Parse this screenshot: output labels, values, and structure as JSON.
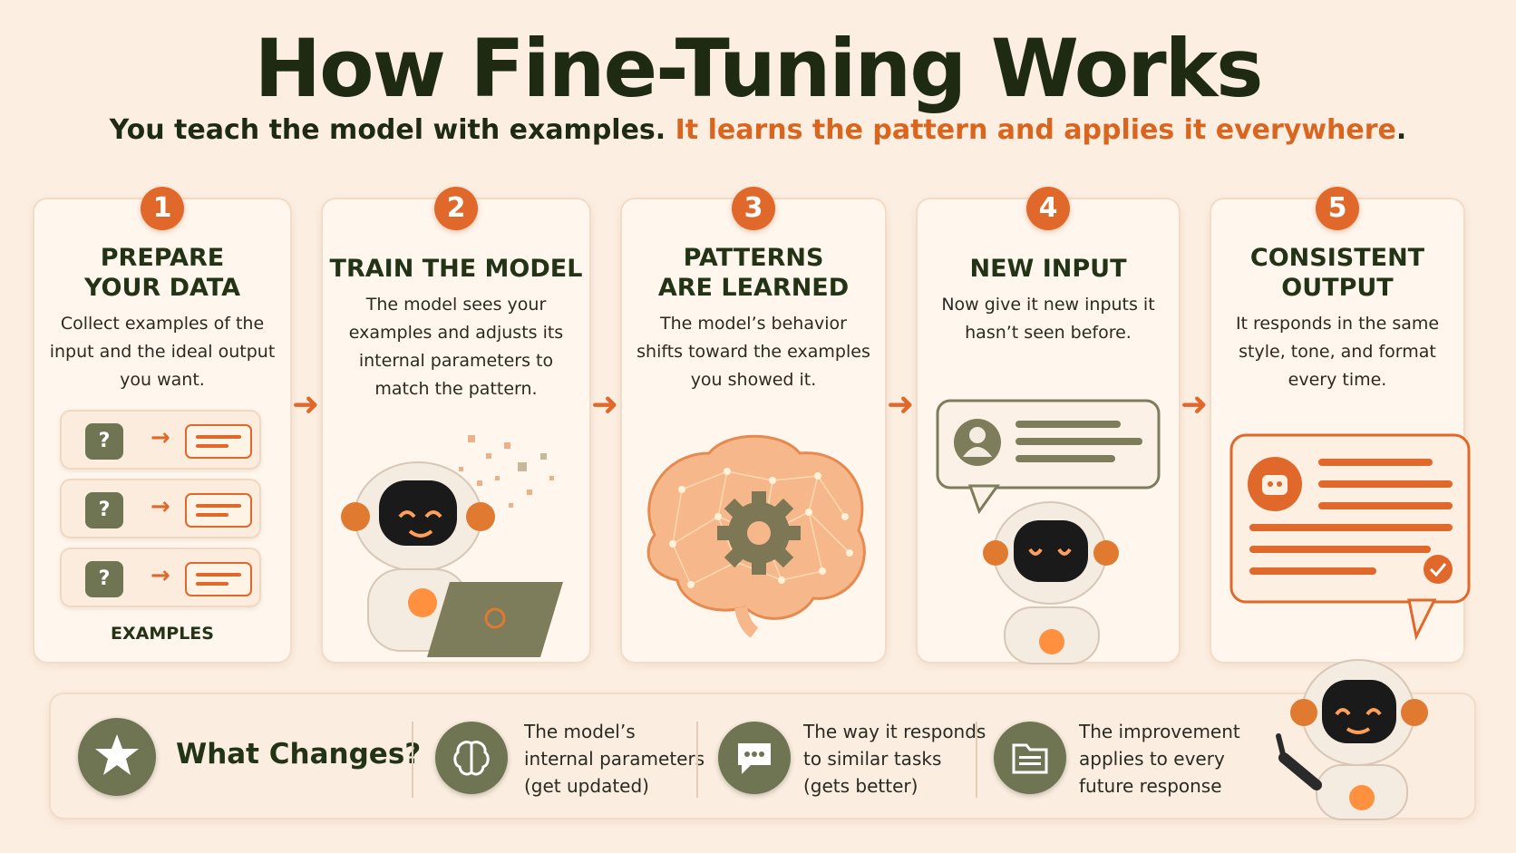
{
  "title": "How Fine-Tuning Works",
  "subtitle": {
    "part1": "You teach the model with examples.",
    "part2": "It learns the pattern and applies it everywhere",
    "period": "."
  },
  "steps": [
    {
      "number": "1",
      "title_line1": "PREPARE",
      "title_line2": "YOUR DATA",
      "desc": "Collect examples of the input and the ideal output you want.",
      "extra_label": "EXAMPLES"
    },
    {
      "number": "2",
      "title_line1": "TRAIN THE MODEL",
      "desc": "The model sees your examples and adjusts its internal parameters to match the pattern."
    },
    {
      "number": "3",
      "title_line1": "PATTERNS",
      "title_line2": "ARE LEARNED",
      "desc": "The model’s behavior shifts toward the examples you showed it."
    },
    {
      "number": "4",
      "title_line1": "NEW INPUT",
      "desc": "Now give it new inputs it hasn’t seen before."
    },
    {
      "number": "5",
      "title_line1": "CONSISTENT",
      "title_line2": "OUTPUT",
      "desc": "It responds in the same style, tone, and format every time."
    }
  ],
  "what_changes": {
    "heading": "What Changes?",
    "items": [
      {
        "icon": "brain-icon",
        "line1": "The model’s",
        "line2": "internal parameters",
        "line3": "(get updated)"
      },
      {
        "icon": "chat-bubble-icon",
        "line1": "The way it responds",
        "line2": "to similar tasks",
        "line3": "(gets better)"
      },
      {
        "icon": "folder-icon",
        "line1": "The improvement",
        "line2": "applies to every",
        "line3": "future response"
      }
    ]
  },
  "colors": {
    "accent": "#e0682a",
    "olive": "#6f7553",
    "dark": "#1e2a12",
    "background": "#fcefe2"
  }
}
